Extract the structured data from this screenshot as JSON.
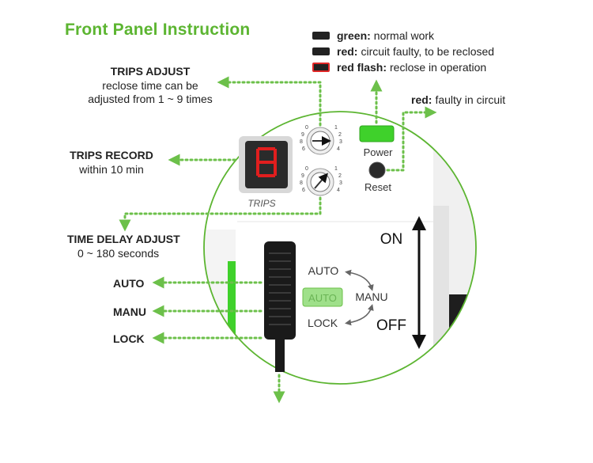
{
  "title": "Front Panel Instruction",
  "legend": [
    {
      "key": "green:",
      "text": "normal  work",
      "swatch": "solid"
    },
    {
      "key": "red:",
      "text": "circuit faulty, to be reclosed",
      "swatch": "solid"
    },
    {
      "key": "red flash:",
      "text": "reclose in operation",
      "swatch": "flash"
    }
  ],
  "red_fault": {
    "key": "red:",
    "text": "faulty in circuit"
  },
  "trips_adjust": {
    "title": "TRIPS ADJUST",
    "line1": "reclose time can be",
    "line2": "adjusted from 1 ~ 9 times"
  },
  "trips_record": {
    "title": "TRIPS RECORD",
    "line1": "within 10 min"
  },
  "time_delay": {
    "title": "TIME DELAY ADJUST",
    "line1": "0 ~ 180 seconds"
  },
  "modes": {
    "auto": "AUTO",
    "manu": "MANU",
    "lock": "LOCK"
  },
  "device": {
    "trips_label": "TRIPS",
    "power_label": "Power",
    "reset_label": "Reset",
    "on_label": "ON",
    "off_label": "OFF",
    "switch_auto": "AUTO",
    "switch_manu": "MANU",
    "switch_lock": "LOCK",
    "auto_button": "AUTO"
  },
  "colors": {
    "accent": "#5cb531",
    "arrow": "#6cc04a",
    "led_green": "#3fd12b",
    "flash_red": "#e12828"
  }
}
